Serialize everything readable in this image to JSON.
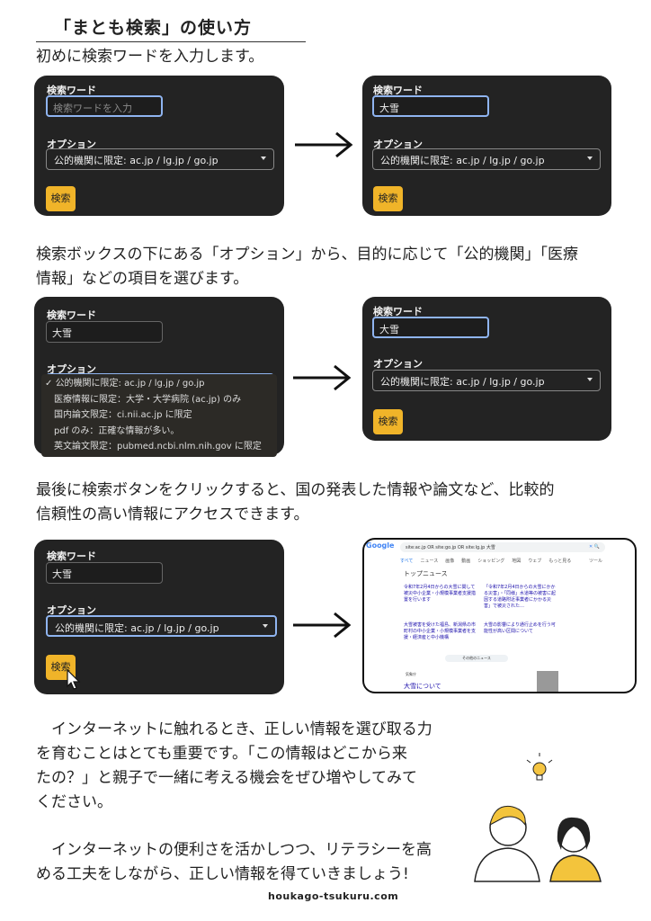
{
  "title": "「まとも検索」の使い方",
  "para1": "初めに検索ワードを入力します。",
  "para2a": "検索ボックスの下にある「オプション」から、目的に応じて「公的機関」「医療",
  "para2b": "情報」などの項目を選びます。",
  "para3a": "最後に検索ボタンをクリックすると、国の発表した情報や論文など、比較的",
  "para3b": "信頼性の高い情報にアクセスできます。",
  "form": {
    "word_label": "検索ワード",
    "placeholder": "検索ワードを入力",
    "value": "大雪",
    "option_label": "オプション",
    "selected": "公的機関に限定: ac.jp / lg.jp / go.jp",
    "search_button": "検索"
  },
  "options": [
    "公的機関に限定: ac.jp / lg.jp / go.jp",
    "医療情報に限定：大学・大学病院 (ac.jp) のみ",
    "国内論文限定：ci.nii.ac.jp に限定",
    "pdf のみ：正確な情報が多い。",
    "英文論文限定：pubmed.ncbi.nlm.nih.gov に限定"
  ],
  "google": {
    "logo": "Google",
    "query": "site:ac.jp OR site:go.jp OR site:lg.jp 大雪",
    "tabs": [
      "すべて",
      "ニュース",
      "画像",
      "動画",
      "ショッピング",
      "地図",
      "ウェブ",
      "もっと見る"
    ],
    "tools": "ツール",
    "top_news": "トップニュース",
    "news": [
      "令和7年2月4日からの大雪に関して被災中小企業・小規模事業者支援措置を行います",
      "「令和7年2月4日からの大雪にかかる災害」・「同様」水道等の被害に起因する道路附近事業者にかかる災害」で被災された…",
      "大雪被害を受けた福島、新潟県の市町村の中小企業・小規模事業者を支援・経済産と中小機構",
      "大雪の影響により通行止めを行う可能性が高い区間について"
    ],
    "more_news": "その他のニュース",
    "result_source": "気象庁",
    "result_title": "大雪について"
  },
  "closing1": [
    "　インターネットに触れるとき、正しい情報を選び取る力",
    "を育むことはとても重要です。「この情報はどこから来",
    "たの？」と親子で一緒に考える機会をぜひ増やしてみて",
    "ください。"
  ],
  "closing2": [
    "　インターネットの便利さを活かしつつ、リテラシーを高",
    "める工夫をしながら、正しい情報を得ていきましょう!"
  ],
  "site": "houkago-tsukuru.com"
}
